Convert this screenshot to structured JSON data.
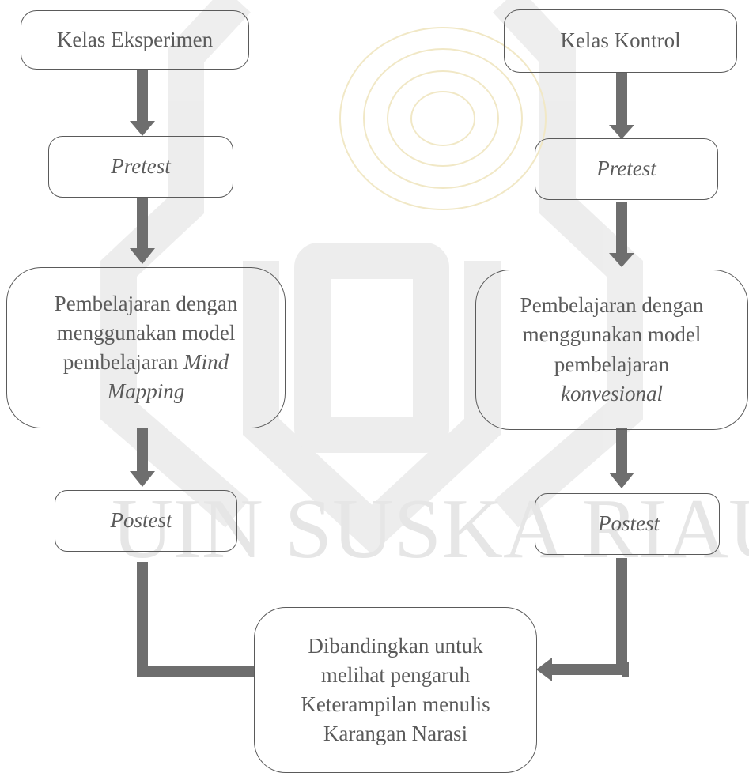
{
  "watermark": {
    "text": "UIN SUSKA RIAU",
    "color": "#e9e9e9",
    "logo_color": "#f4eccd"
  },
  "colors": {
    "arrow": "#6e6e6e",
    "border": "#5a5a5a",
    "text": "#5a5a5a"
  },
  "left": {
    "title": "Kelas Eksperimen",
    "pretest": "Pretest",
    "learning": {
      "line1": "Pembelajaran dengan",
      "line2": "menggunakan model",
      "line3_plain": "pembelajaran ",
      "line3_italic": "Mind",
      "line4_italic": "Mapping"
    },
    "posttest": "Postest"
  },
  "right": {
    "title": "Kelas Kontrol",
    "pretest": "Pretest",
    "learning": {
      "line1": "Pembelajaran dengan",
      "line2": "menggunakan model",
      "line3": "pembelajaran",
      "line4_italic": "konvesional"
    },
    "posttest": "Postest"
  },
  "result": {
    "line1": "Dibandingkan untuk",
    "line2": "melihat pengaruh",
    "line3": "Keterampilan menulis",
    "line4": "Karangan Narasi"
  }
}
